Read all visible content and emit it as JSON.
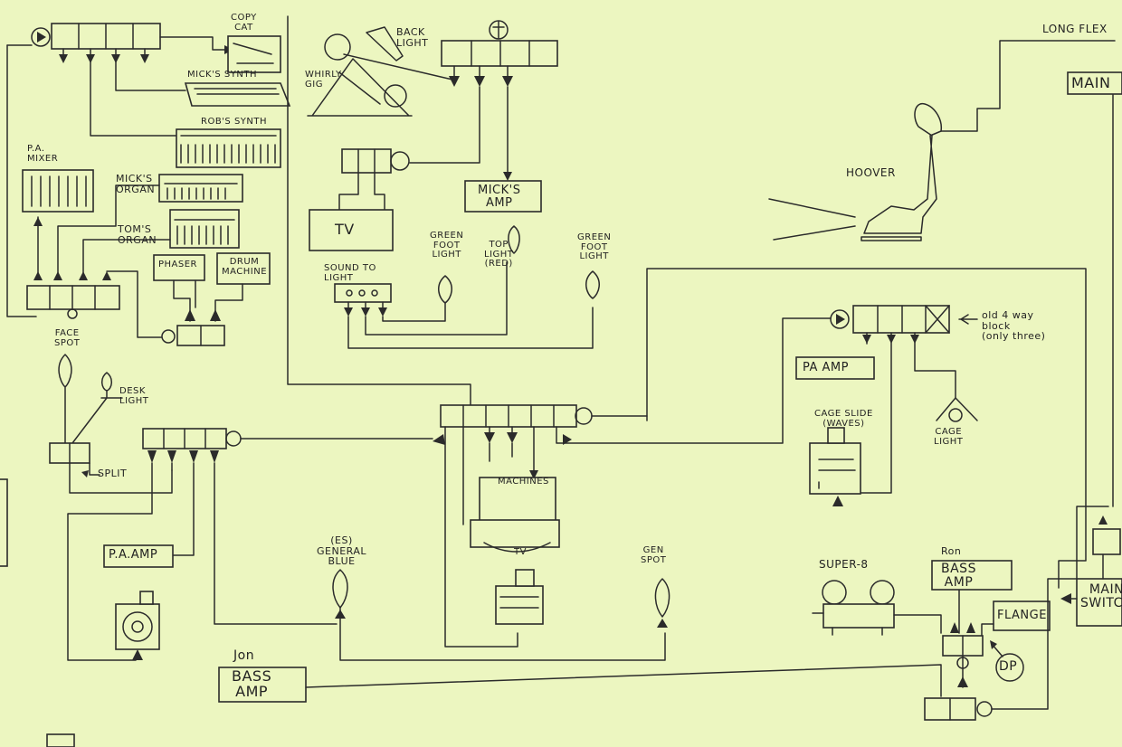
{
  "labels": {
    "copy_cat": [
      "COPY",
      "CAT"
    ],
    "micks_synth": "MICK'S SYNTH",
    "robs_synth": "ROB'S SYNTH",
    "pa_mixer": [
      "P.A.",
      "MIXER"
    ],
    "micks_organ": [
      "MICK'S",
      "ORGAN"
    ],
    "toms_organ": [
      "TOM'S",
      "ORGAN"
    ],
    "phaser": "PHASER",
    "drum_machine": [
      "DRUM",
      "MACHINE"
    ],
    "whirly_gig": [
      "WHIRLY",
      "GIG"
    ],
    "back_light": [
      "BACK",
      "LIGHT"
    ],
    "tv": "TV",
    "micks_amp": [
      "MICK'S",
      "AMP"
    ],
    "sound_to_light": [
      "SOUND TO",
      "LIGHT"
    ],
    "green_foot_light_1": [
      "GREEN",
      "FOOT",
      "LIGHT"
    ],
    "top_light_red": [
      "TOP",
      "LIGHT",
      "(RED)"
    ],
    "green_foot_light_2": [
      "GREEN",
      "FOOT",
      "LIGHT"
    ],
    "long_flex": "LONG FLEX",
    "mains": "MAIN",
    "hoover": "HOOVER",
    "old_4way_block": [
      "old 4 way",
      "block",
      "(only three)"
    ],
    "pa_amp_right": "PA AMP",
    "cage_slide": [
      "CAGE SLIDE",
      "(WAVES)"
    ],
    "cage_light": [
      "CAGE",
      "LIGHT"
    ],
    "face_spot": [
      "FACE",
      "SPOT"
    ],
    "desk_light": [
      "DESK",
      "LIGHT"
    ],
    "split": "SPLIT",
    "pa_amp_left": "P.A.AMP",
    "general_blue": [
      "(ES)",
      "GENERAL",
      "BLUE"
    ],
    "machines": "MACHINES",
    "tv_small": "TV",
    "gen_spot": [
      "GEN",
      "SPOT"
    ],
    "jon": "Jon",
    "jon_bass_amp": [
      "BASS",
      "AMP"
    ],
    "super8": "SUPER-8",
    "ron": "Ron",
    "ron_bass_amp": [
      "BASS",
      "AMP"
    ],
    "flange": "FLANGE",
    "dp": "DP",
    "mains_switch": [
      "MAIN",
      "SWITCH"
    ]
  }
}
